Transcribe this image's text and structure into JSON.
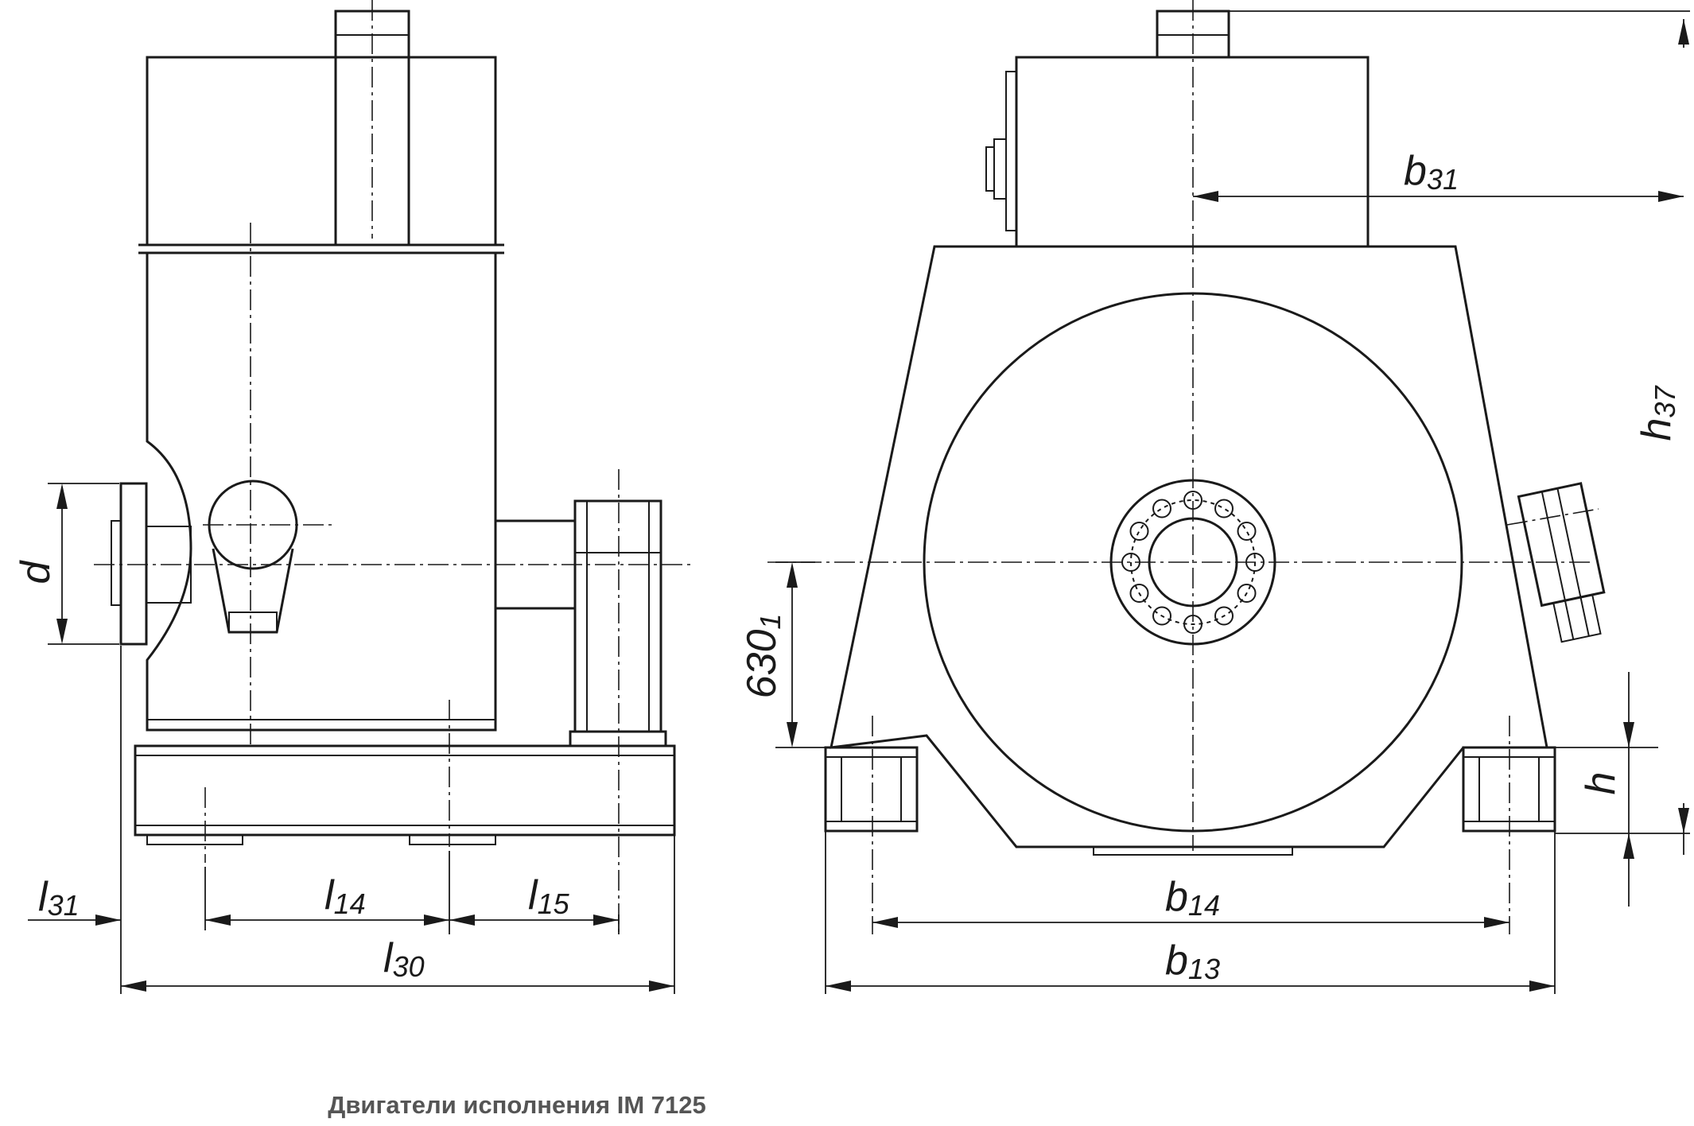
{
  "caption": "Двигатели исполнения IM 7125",
  "labels": {
    "d": "d",
    "l31": {
      "base": "l",
      "sub": "31"
    },
    "l14": {
      "base": "l",
      "sub": "14"
    },
    "l15": {
      "base": "l",
      "sub": "15"
    },
    "l30": {
      "base": "l",
      "sub": "30"
    },
    "b31": {
      "base": "b",
      "sub": "31"
    },
    "h37": {
      "base": "h",
      "sub": "37"
    },
    "h630": {
      "base": "630",
      "sub": "1"
    },
    "h": "h",
    "b14": {
      "base": "b",
      "sub": "14"
    },
    "b13": {
      "base": "b",
      "sub": "13"
    }
  }
}
